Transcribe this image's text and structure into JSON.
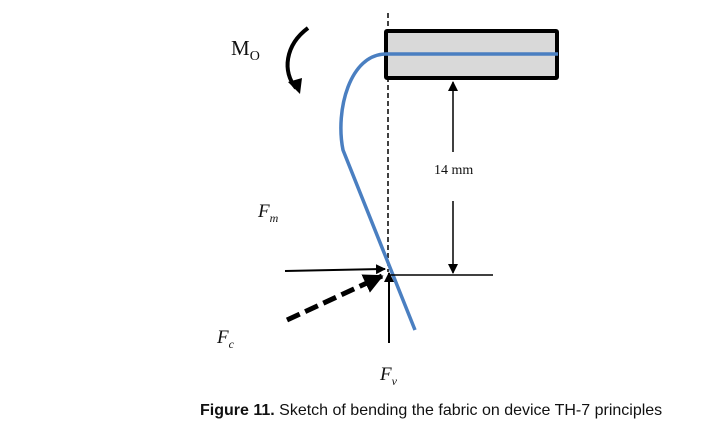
{
  "labels": {
    "moment": "M",
    "moment_sub": "O",
    "distance": "14 mm",
    "fm": "F",
    "fm_sub": "m",
    "fc": "F",
    "fc_sub": "c",
    "fv": "F",
    "fv_sub": "v"
  },
  "caption": {
    "number": "Figure 11.",
    "text": " Sketch of bending the fabric on device TH-7 principles"
  },
  "colors": {
    "fabric": "#4a7fc1",
    "clamp_fill": "#d9d9d9"
  }
}
